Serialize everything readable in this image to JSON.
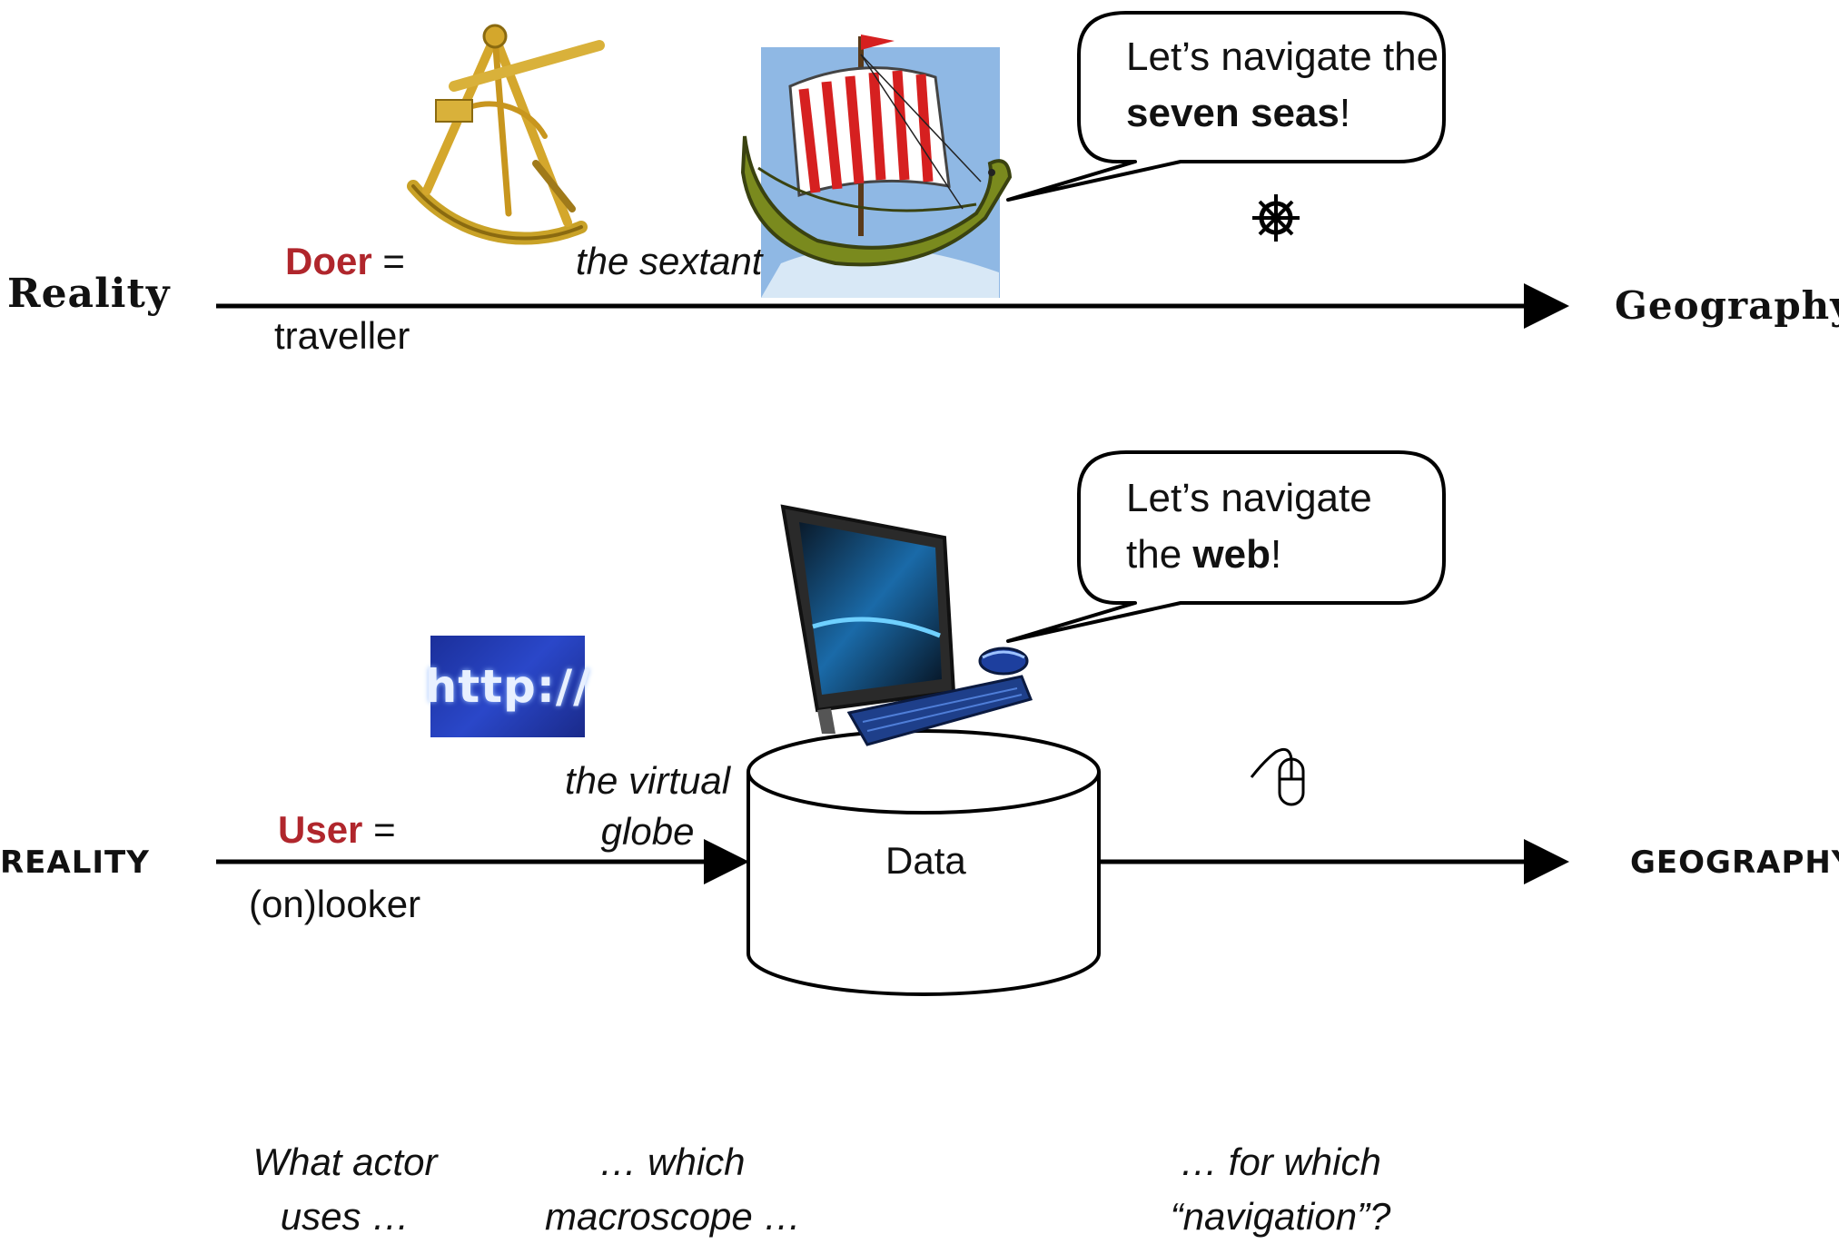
{
  "top_row": {
    "left_label": "Reality",
    "right_label": "Geography",
    "actor_role": "Doer",
    "actor_eq": "=",
    "actor_name": "traveller",
    "macroscope": "the sextant",
    "bubble": {
      "line1": "Let’s navigate the",
      "bold": "seven seas",
      "end": "!"
    },
    "icon": "ship-wheel-icon"
  },
  "bottom_row": {
    "left_label": "REALITY",
    "right_label": "GEOGRAPHY",
    "actor_role": "User",
    "actor_eq": "=",
    "actor_name": "(on)looker",
    "macroscope_line1": "the virtual",
    "macroscope_line2": "globe",
    "http_text": "http://",
    "cylinder_label": "Data",
    "bubble": {
      "line1": "Let’s navigate",
      "line2_prefix": "the ",
      "bold": "web",
      "end": "!"
    },
    "icon": "computer-mouse-icon"
  },
  "questions": {
    "q1_line1": "What actor",
    "q1_line2": "uses …",
    "q2_line1": "… which",
    "q2_line2": "macroscope …",
    "q3_line1": "… for which",
    "q3_line2": "“navigation”?"
  },
  "colors": {
    "role_red": "#b0262c",
    "line": "#000000"
  }
}
